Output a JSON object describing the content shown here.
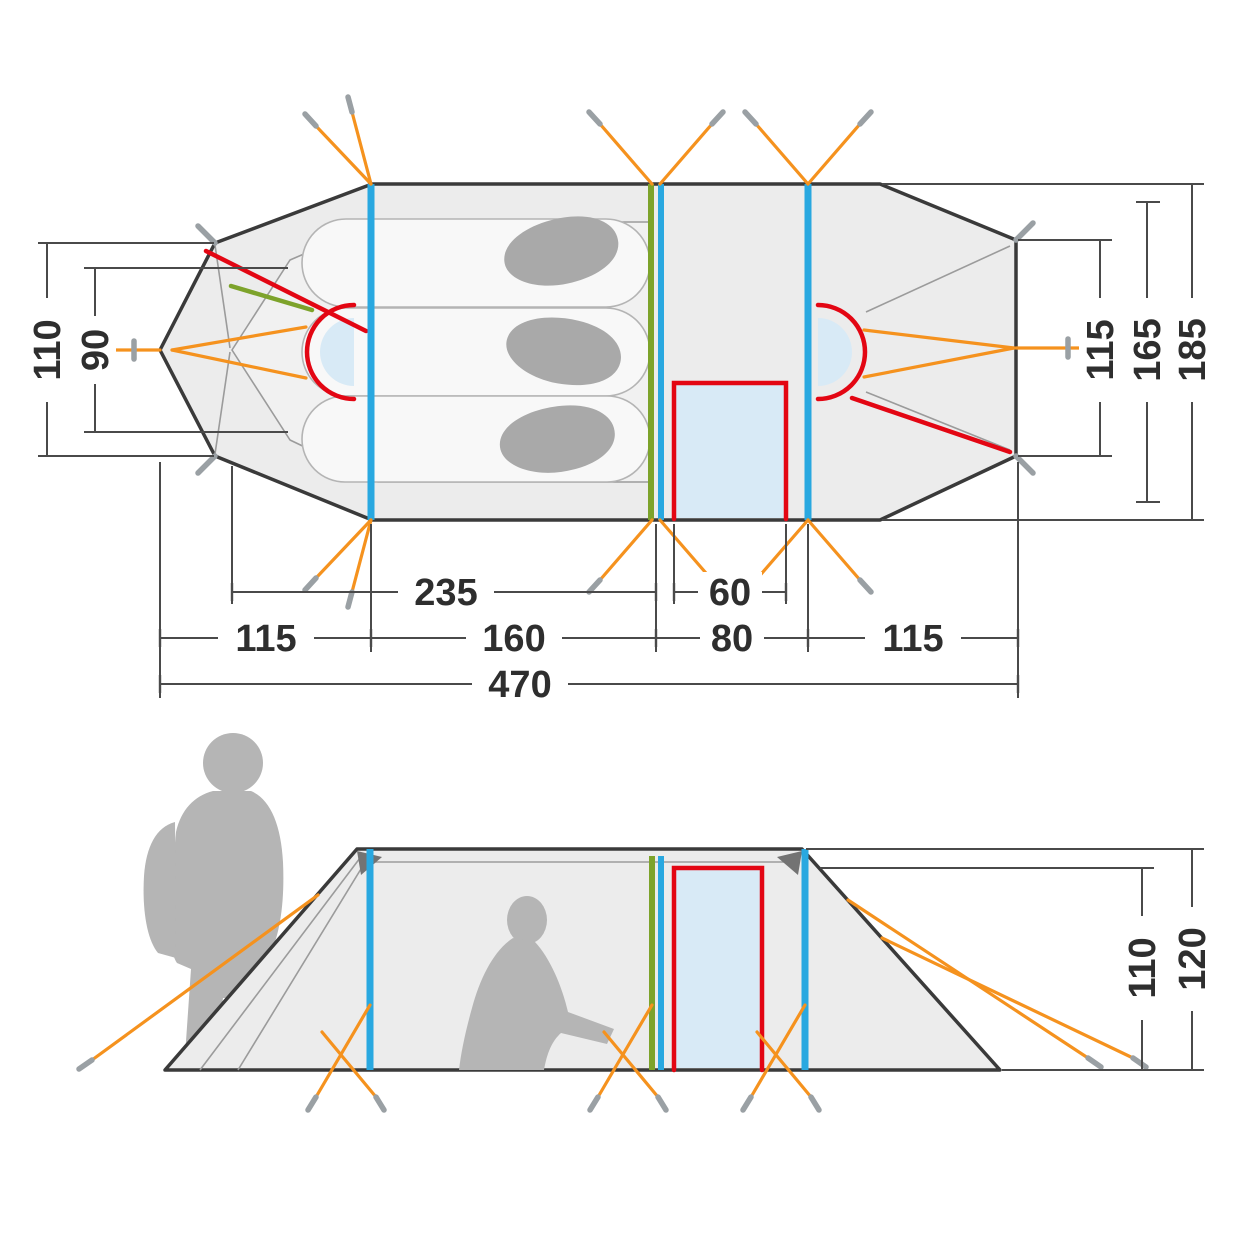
{
  "title": "Tent dimension diagram (top view and side view, measurements in cm)",
  "top_view": {
    "left_dims": [
      "110",
      "90"
    ],
    "right_dims": [
      "115",
      "165",
      "185"
    ],
    "bottom_row1": [
      "235",
      "60"
    ],
    "bottom_row2": [
      "115",
      "160",
      "80",
      "115"
    ],
    "bottom_total": "470"
  },
  "side_view": {
    "height_dims": [
      "110",
      "120"
    ]
  },
  "colors": {
    "outline": "#3a3a3a",
    "fill_light": "#ececec",
    "inner_fill": "#f1f1f1",
    "thin_line": "#9b9b9b",
    "pad_fill": "#f8f8f8",
    "pad_stroke": "#b4b4b4",
    "blob_gray": "#a9a9a9",
    "pole_blue": "#29a8e0",
    "pole_green": "#7da32b",
    "accent_red": "#e30613",
    "guy_orange": "#f5921e",
    "door_blue": "#d8eaf6",
    "peg_gray": "#9aa0a4",
    "dim_line": "#4a4a4a",
    "dim_text": "#2e2e2e",
    "silhouette": "#b5b5b5"
  }
}
